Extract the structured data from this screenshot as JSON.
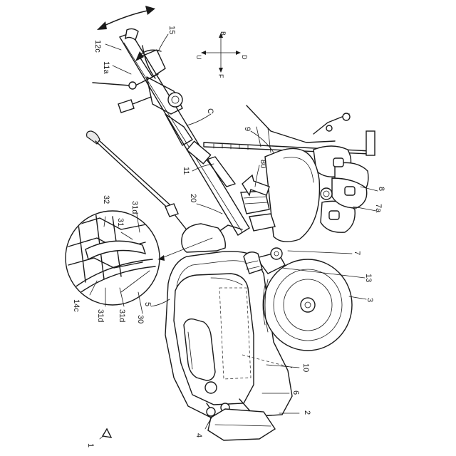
{
  "figure": {
    "labels": {
      "l1": "1",
      "l2": "2",
      "l3": "3",
      "l4": "4",
      "l5": "5",
      "l6": "6",
      "l7": "7",
      "l7a": "7a",
      "l8": "8",
      "l9": "9",
      "l10": "10",
      "l11": "11",
      "l11a": "11a",
      "l12c": "12c",
      "l13": "13",
      "l14c": "14c",
      "l15": "15",
      "l20": "20",
      "l30": "30",
      "l31": "31",
      "l31d_a": "31d",
      "l31d_b": "31d",
      "l31d_c": "31d",
      "l32": "32",
      "l80": "80",
      "lC": "C"
    },
    "directions": {
      "up": "U",
      "down": "D",
      "back": "B",
      "front": "F"
    }
  }
}
